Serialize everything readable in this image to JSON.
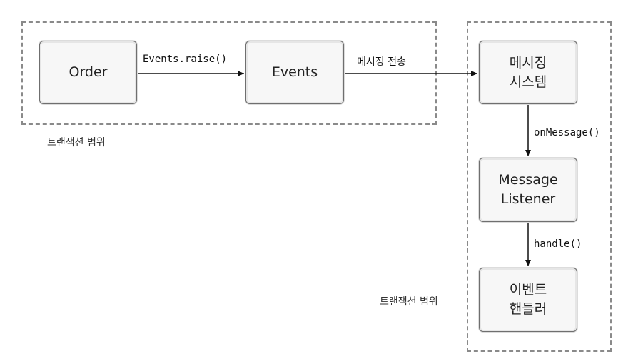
{
  "scopes": [
    {
      "id": "left",
      "label": "트랜잭션 범위"
    },
    {
      "id": "right",
      "label": "트랜잭션 범위"
    }
  ],
  "nodes": {
    "order": "Order",
    "events": "Events",
    "messaging_system": "메시징\n시스템",
    "message_listener": "Message\nListener",
    "event_handler": "이벤트\n핸들러"
  },
  "edges": {
    "order_to_events": "Events.raise()",
    "events_to_messaging": "메시징 전송",
    "messaging_to_listener": "onMessage()",
    "listener_to_handler": "handle()"
  },
  "colors": {
    "line": "#111111",
    "dashed_border": "#8a8a8a",
    "node_fill": "#f7f7f7"
  }
}
